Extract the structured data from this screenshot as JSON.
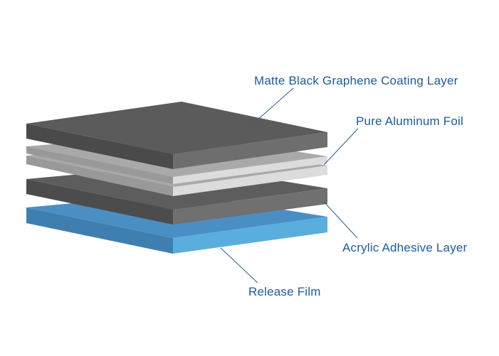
{
  "diagram": {
    "layers": [
      {
        "id": "coating",
        "label": "Matte Black Graphene Coating Layer",
        "colors": {
          "top": "#5b5b5b",
          "left": "#4a4a4a",
          "right": "#6e6e6e"
        }
      },
      {
        "id": "foil",
        "label": "Pure Aluminum Foil",
        "colors": {
          "top": "#a9a9a9",
          "left": "#999999",
          "right": "#dcdcdc"
        }
      },
      {
        "id": "acrylic",
        "label": "Acrylic Adhesive Layer",
        "colors": {
          "top": "#5d5d5d",
          "left": "#4c4c4c",
          "right": "#707070"
        }
      },
      {
        "id": "release",
        "label": "Release Film",
        "colors": {
          "top": "#4a8fc4",
          "left": "#3f7fb0",
          "right": "#5aaedd"
        }
      }
    ],
    "label_color": "#1f5aa0",
    "leader_color": "#2a5d92"
  }
}
